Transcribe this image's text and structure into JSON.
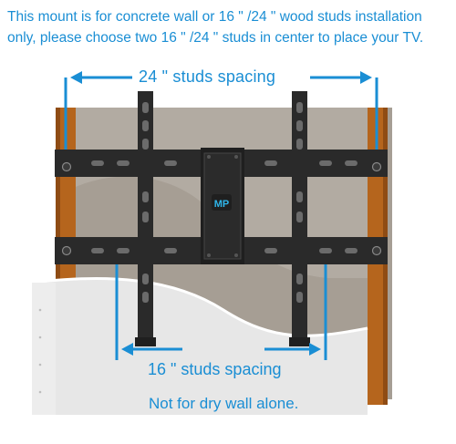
{
  "notice": {
    "line1": "This mount is for concrete wall or 16 \" /24 \" wood studs installation",
    "line2": "only, please choose two 16 \" /24 \" studs in center to place your TV."
  },
  "labels": {
    "studs_24": "24 \" studs spacing",
    "studs_16": "16 \" studs spacing",
    "dry_wall": "Not for dry wall alone."
  },
  "logo": {
    "text": "MP"
  },
  "icons": {
    "mount": "tv-wall-mount-icon",
    "arrow": "double-arrow-icon",
    "stud": "wood-stud-icon",
    "logo": "brand-logo-icon"
  },
  "colors": {
    "accent": "#1a8ed4",
    "wood": "#b5651d",
    "metal": "#2a2a2a",
    "wall": "#e7e7e7",
    "concrete": "#a69e94"
  }
}
